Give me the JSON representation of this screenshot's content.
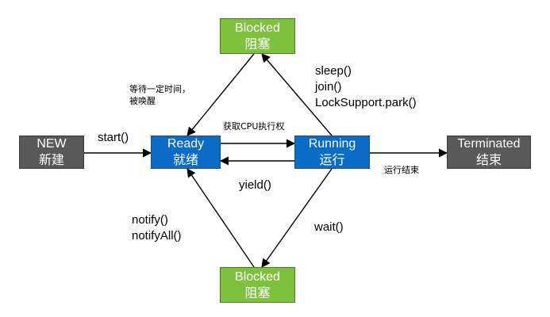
{
  "nodes": {
    "new": {
      "en": "NEW",
      "zh": "新建"
    },
    "ready": {
      "en": "Ready",
      "zh": "就绪"
    },
    "running": {
      "en": "Running",
      "zh": "运行"
    },
    "terminated": {
      "en": "Terminated",
      "zh": "结束"
    },
    "blocked_top": {
      "en": "Blocked",
      "zh": "阻塞"
    },
    "blocked_bottom": {
      "en": "Blocked",
      "zh": "阻塞"
    }
  },
  "labels": {
    "start": "start()",
    "get_cpu": "获取CPU执行权",
    "yield": "yield()",
    "finish": "运行结束",
    "wait_time_1": "等待一定时间，",
    "wait_time_2": "被唤醒",
    "sleep": "sleep()",
    "join": "join()",
    "park": "LockSupport.park()",
    "notify": "notify()",
    "notify_all": "notifyAll()",
    "wait": "wait()"
  },
  "colors": {
    "dark": "#595959",
    "blue": "#0a6cc7",
    "green": "#7ec13c",
    "line": "#000000"
  }
}
